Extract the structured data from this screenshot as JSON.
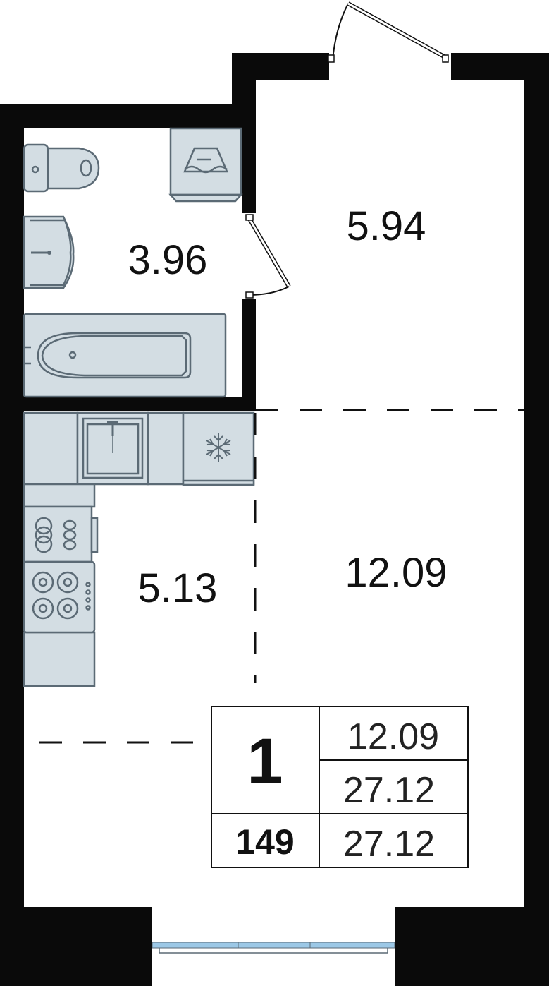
{
  "rooms": {
    "bathroom_area": "3.96",
    "hallway_area": "5.94",
    "kitchen_area": "5.13",
    "living_area": "12.09"
  },
  "summary_table": {
    "rooms_count": "1",
    "apartment_number": "149",
    "living_area": "12.09",
    "total_area": "27.12",
    "total_area_2": "27.12"
  },
  "colors": {
    "wall": "#0a0a0a",
    "fixture_fill": "#d3dde3",
    "fixture_stroke": "#5b6a75",
    "window_glass": "#9cc8e6"
  },
  "icons": [
    "toilet-icon",
    "washing-machine-icon",
    "washbasin-icon",
    "bathtub-icon",
    "sink-icon",
    "fridge-snowflake-icon",
    "oven-icon",
    "stove-icon",
    "door-icon",
    "window-icon"
  ]
}
